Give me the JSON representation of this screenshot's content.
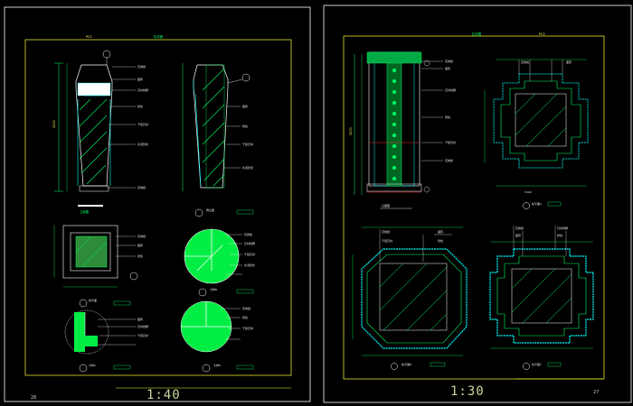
{
  "left_sheet": {
    "header": {
      "code": "PC3",
      "title": "柱详图"
    },
    "scale": "1:40",
    "page_number": "26",
    "callouts": {
      "elevation_front": "立面图",
      "elevation_side": "侧立面",
      "plan": "柱平面",
      "detail_b": "大样B",
      "detail_c": "大样C",
      "detail_d": "大样D"
    },
    "material_labels": [
      "花岗岩",
      "面砖",
      "石材线脚",
      "砼柱",
      "干挂石材",
      "水泥砂浆"
    ],
    "dimension_text": "2500"
  },
  "right_sheet": {
    "header": {
      "code": "PC3",
      "title": "柱详图"
    },
    "scale": "1:30",
    "page_number": "27",
    "callouts": {
      "elevation": "立面图",
      "plan_a": "柱平面A",
      "plan_b": "柱平面B",
      "plan_c": "柱平面C"
    },
    "material_labels": [
      "花岗岩",
      "面砖",
      "石材线脚",
      "砼柱",
      "干挂石材"
    ],
    "dimension_text": "3000"
  }
}
